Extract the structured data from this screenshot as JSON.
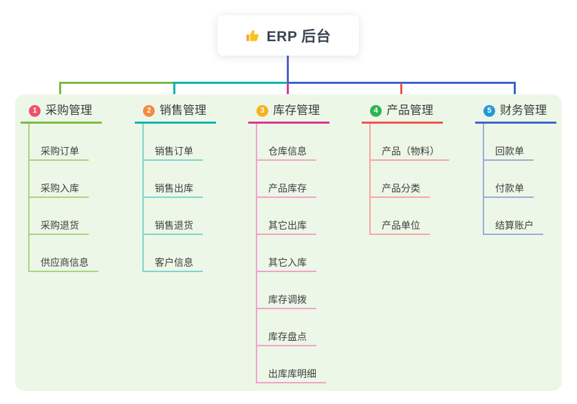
{
  "root": {
    "title": "ERP 后台",
    "icon": "thumbs-up-icon"
  },
  "branches": [
    {
      "index": "1",
      "title": "采购管理",
      "circle_color": "#f0506b",
      "line_color": "#7cb940",
      "child_line_color": "#abd37e",
      "children": [
        "采购订单",
        "采购入库",
        "采购退货",
        "供应商信息"
      ]
    },
    {
      "index": "2",
      "title": "销售管理",
      "circle_color": "#f8883f",
      "line_color": "#0db4ac",
      "child_line_color": "#7fd3ce",
      "children": [
        "销售订单",
        "销售出库",
        "销售退货",
        "客户信息"
      ]
    },
    {
      "index": "3",
      "title": "库存管理",
      "circle_color": "#f8b119",
      "line_color": "#d6368f",
      "child_line_color": "#f0a2cb",
      "children": [
        "仓库信息",
        "产品库存",
        "其它出库",
        "其它入库",
        "库存调拨",
        "库存盘点",
        "出库库明细"
      ]
    },
    {
      "index": "4",
      "title": "产品管理",
      "circle_color": "#2eb350",
      "line_color": "#f4504c",
      "child_line_color": "#f9a39f",
      "children": [
        "产品（物料）",
        "产品分类",
        "产品单位"
      ]
    },
    {
      "index": "5",
      "title": "财务管理",
      "circle_color": "#2598d8",
      "line_color": "#3c64c8",
      "child_line_color": "#97abdc",
      "children": [
        "回款单",
        "付款单",
        "结算账户"
      ]
    }
  ],
  "colors": {
    "panel_bg": "#ecf7e7",
    "trunk_line": "#4a60cb",
    "root_text": "#3b4454",
    "thumb_yellow": "#fcc21b",
    "thumb_cuff": "#f6a623"
  }
}
